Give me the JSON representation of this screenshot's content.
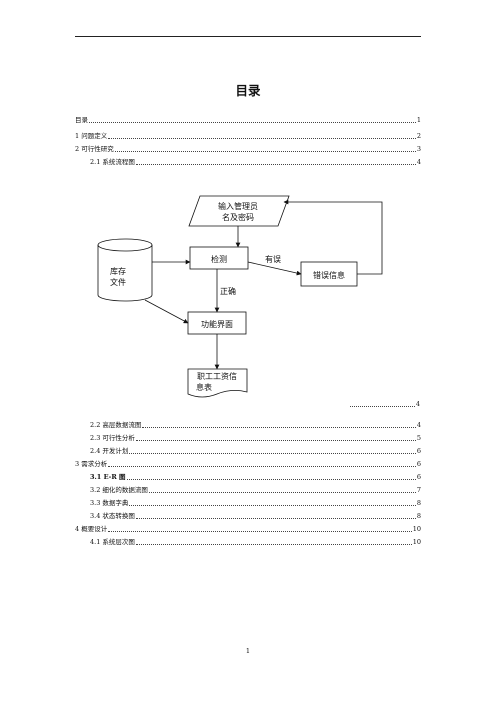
{
  "title": "目录",
  "toc_top": [
    {
      "label": "目录",
      "page": "1"
    },
    {
      "label": "1 问题定义",
      "page": "2"
    },
    {
      "label": "2 可行性研究",
      "page": "3"
    },
    {
      "label": "2.1  系统流程图",
      "page": "4"
    }
  ],
  "diagram": {
    "input_line1": "输入管理员",
    "input_line2": "名及密码",
    "storage_line1": "库存",
    "storage_line2": "文件",
    "check": "检测",
    "error_flow": "有误",
    "error_info": "错误信息",
    "correct_flow": "正确",
    "function_ui": "功能界面",
    "employee_line1": "职工工资信",
    "employee_line2": "息表"
  },
  "diagram_page": "4",
  "toc_bottom": [
    {
      "label": "2.2  高层数据流图",
      "page": "4"
    },
    {
      "label": "2.3  可行性分析",
      "page": "5"
    },
    {
      "label": "2.4  开发计划",
      "page": "6"
    },
    {
      "label": "3  需求分析",
      "page": "6"
    },
    {
      "label": "3.1 E-R 图",
      "page": "6"
    },
    {
      "label": "3.2  细化的数据流图",
      "page": "7"
    },
    {
      "label": "3.3  数据字典",
      "page": "8"
    },
    {
      "label": "3.4  状态转换图",
      "page": "8"
    },
    {
      "label": "4  概要设计",
      "page": "10"
    },
    {
      "label": "4.1  系统层次图",
      "page": "10"
    }
  ],
  "page_number": "1"
}
